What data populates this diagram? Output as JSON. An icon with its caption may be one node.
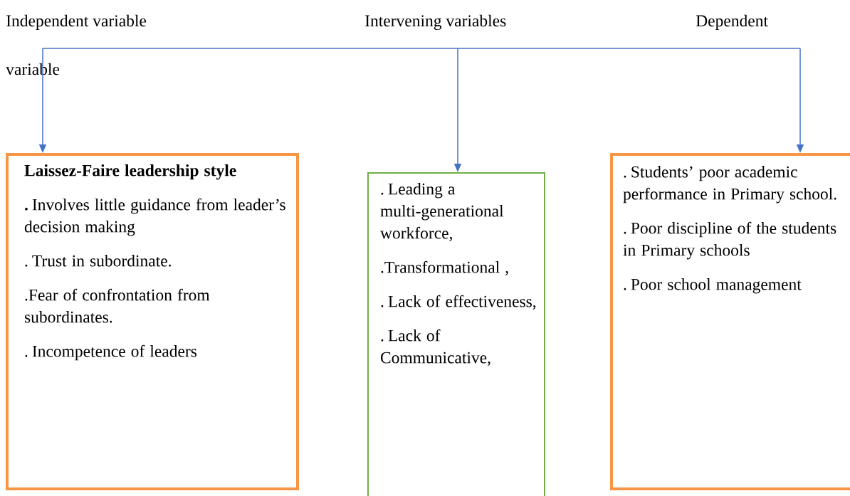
{
  "diagram": {
    "nodes": [
      {
        "text": [
          "Laissez-Faire leadership style",
          "**.** Involves little guidance from leader’s decision making",
          ". Trust in subordinate.",
          ".Fear of confrontation from subordinates.",
          ". Incompetence of leaders"
        ]
      },
      {
        "text": [
          ". Leading a multi-generational workforce,",
          ".Transformational ,",
          ". Lack of effectiveness,",
          ". Lack of Communicative,"
        ]
      },
      {
        "text": [
          ". Students’ poor academic performance in Primary school.",
          ". Poor discipline of the students in Primary schools",
          ". Poor school management"
        ]
      }
    ],
    "edges": [
      {
        "from": null,
        "to": 0,
        "arrow": "to"
      },
      {
        "from": null,
        "to": 1,
        "arrow": "to"
      },
      {
        "from": null,
        "to": 2,
        "arrow": "to"
      }
    ],
    "labels": [
      "Independent variable",
      "Intervening variables",
      "Dependent",
      "variable"
    ]
  }
}
